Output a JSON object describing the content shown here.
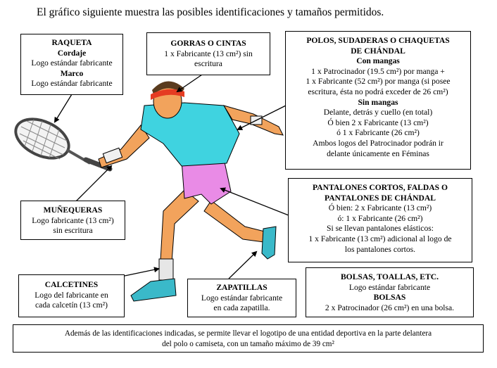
{
  "intro": "El gráfico siguiente muestra las posibles identificaciones y tamaños permitidos.",
  "raqueta": {
    "title": "RAQUETA",
    "sub1": "Cordaje",
    "line1": "Logo estándar fabricante",
    "sub2": "Marco",
    "line2": "Logo estándar fabricante"
  },
  "gorras": {
    "title": "GORRAS O CINTAS",
    "line1": "1 x Fabricante (13 cm²) sin",
    "line2": "escritura"
  },
  "polos": {
    "title1": "POLOS, SUDADERAS O CHAQUETAS",
    "title2": "DE CHÁNDAL",
    "sub1": "Con mangas",
    "l1": "1 x Patrocinador (19.5 cm²) por manga +",
    "l2": "1 x Fabricante (52 cm²) por manga (si posee",
    "l3": "escritura, ésta no podrá exceder de 26 cm²)",
    "sub2": "Sin mangas",
    "l4": "Delante, detrás y cuello (en total)",
    "l5": "Ó bien 2 x Fabricante (13 cm²)",
    "l6": "ó 1 x Fabricante (26 cm²)",
    "l7": "Ambos logos del Patrocinador podrán ir",
    "l8": "delante únicamente en Féminas"
  },
  "munequeras": {
    "title": "MUÑEQUERAS",
    "line1": "Logo fabricante (13 cm²)",
    "line2": "sin escritura"
  },
  "pantalones": {
    "title1": "PANTALONES CORTOS, FALDAS O",
    "title2": "PANTALONES DE CHÁNDAL",
    "l1": "Ó bien: 2 x Fabricante (13 cm²)",
    "l2": "ó: 1 x Fabricante (26 cm²)",
    "l3": "Si se llevan pantalones elásticos:",
    "l4": "1 x Fabricante (13 cm²) adicional al logo de",
    "l5": "los pantalones cortos."
  },
  "calcetines": {
    "title": "CALCETINES",
    "line1": "Logo del fabricante en",
    "line2": "cada calcetín (13 cm²)"
  },
  "zapatillas": {
    "title": "ZAPATILLAS",
    "line1": "Logo estándar fabricante",
    "line2": "en cada zapatilla."
  },
  "bolsas": {
    "title": "BOLSAS, TOALLAS, ETC.",
    "line1": "Logo estándar fabricante",
    "sub": "BOLSAS",
    "line2": "2 x Patrocinador (26 cm²) en una bolsa."
  },
  "footer": {
    "line1": "Además de las identificaciones indicadas, se permite llevar el logotipo de una entidad deportiva en la parte delantera",
    "line2": "del polo o camiseta, con un tamaño máximo de 39 cm²"
  },
  "colors": {
    "shirt": "#3fd3e0",
    "shorts": "#e98be6",
    "skin": "#f2a35c",
    "headband": "#e53c22",
    "shoes": "#3ab9c9",
    "racket": "#555555"
  }
}
